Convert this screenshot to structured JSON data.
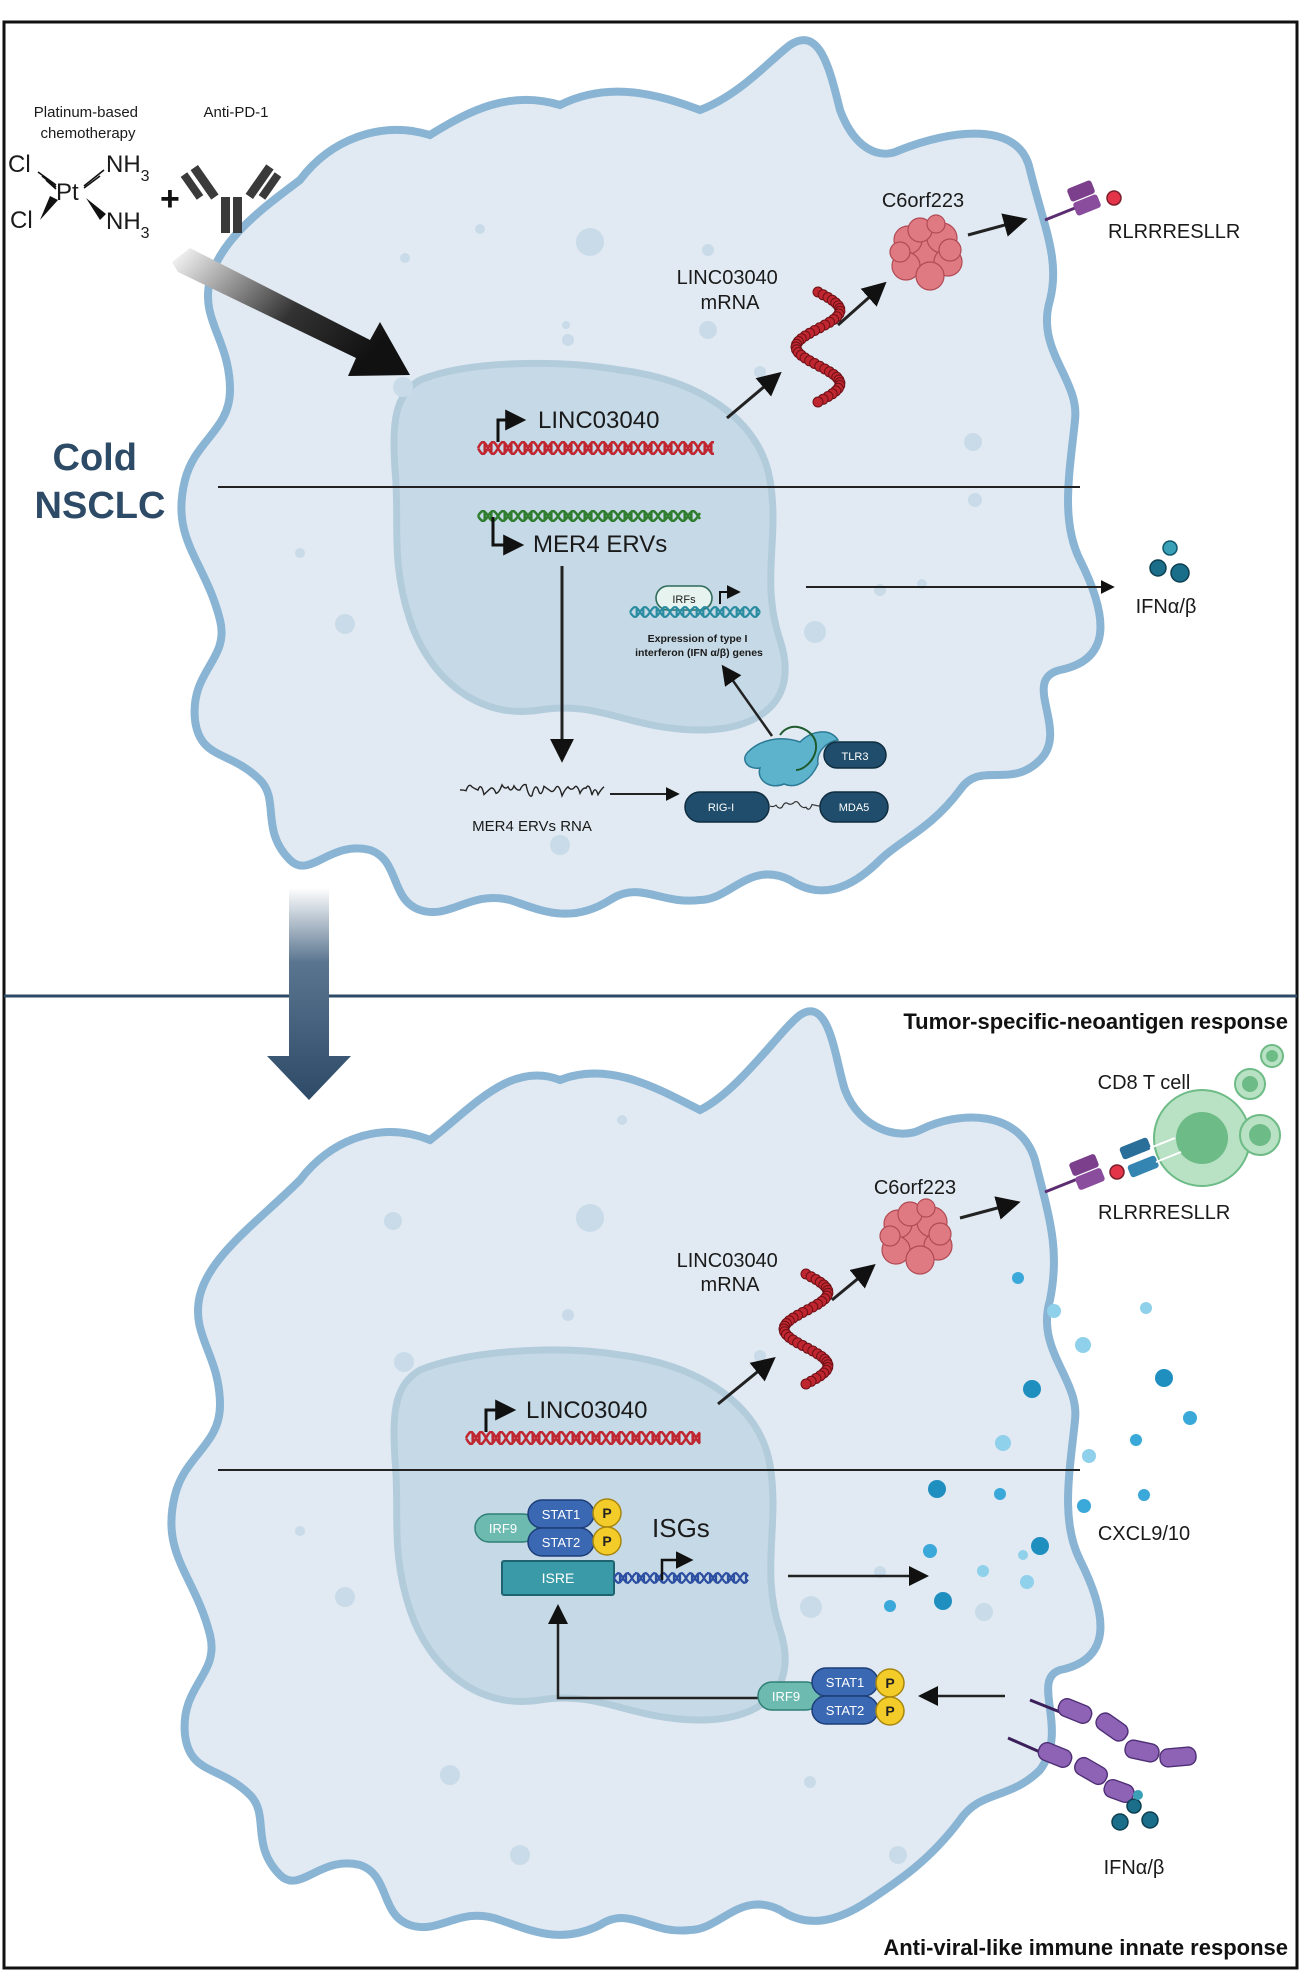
{
  "top": {
    "chemo_label": "Platinum-based\nchemotherapy",
    "antipd1_label": "Anti-PD-1",
    "chem_cl1": "Cl",
    "chem_cl2": "Cl",
    "chem_pt": "Pt",
    "chem_nh3_1": "NH3",
    "chem_nh3_2": "NH3",
    "plus": "+",
    "cold_label": "Cold\nNSCLC",
    "linc_gene": "LINC03040",
    "linc_mrna": "LINC03040\nmRNA",
    "protein": "C6orf223",
    "peptide": "RLRRRESLLR",
    "mer4": "MER4 ERVs",
    "mer4_rna": "MER4 ERVs RNA",
    "irfs": "IRFs",
    "ifn_expr": "Expression of type I\ninterferon (IFN α/β) genes",
    "ifn": "IFNα/β",
    "tlr3": "TLR3",
    "rigi": "RIG-I",
    "mda5": "MDA5"
  },
  "bottom": {
    "neo_title": "Tumor-specific-neoantigen response",
    "cd8": "CD8 T cell",
    "protein": "C6orf223",
    "peptide": "RLRRRESLLR",
    "linc_mrna": "LINC03040\nmRNA",
    "linc_gene": "LINC03040",
    "irf9": "IRF9",
    "stat1": "STAT1",
    "stat2": "STAT2",
    "p": "P",
    "isre": "ISRE",
    "isgs": "ISGs",
    "cxcl": "CXCL9/10",
    "ifn": "IFNα/β",
    "innate_title": "Anti-viral-like immune innate response"
  },
  "colors": {
    "cell_fill": "#e1eaf2",
    "cell_stroke": "#8ab4d4",
    "nucleus_fill": "#c6d9e6",
    "dna_red": "#c0262f",
    "dna_green": "#2f7d2e",
    "dna_blue": "#2c4ea0",
    "protein_pink": "#e07a82",
    "pill_dark": "#1f4d6b",
    "stat_blue": "#3a68b3",
    "irf9_teal": "#6dbbb0",
    "p_yellow": "#f4cc2a",
    "chemokine_blue": "#3aa8d8",
    "receptor_purple": "#8e63b6",
    "title_navy": "#2d4a66"
  }
}
